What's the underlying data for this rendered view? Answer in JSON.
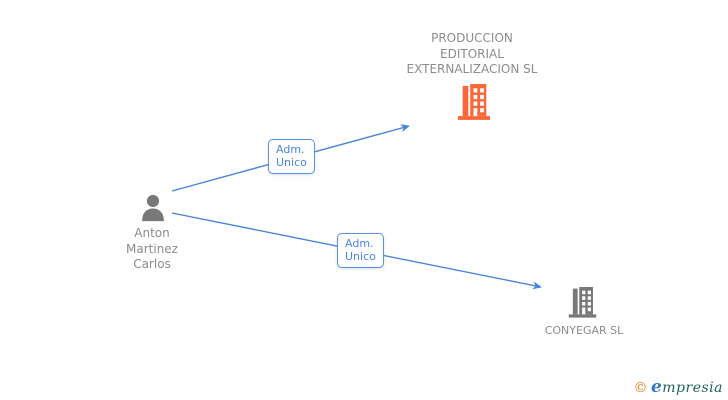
{
  "diagram": {
    "person": {
      "name_multiline": "Anton\nMartinez\nCarlos",
      "name": "Anton Martinez Carlos",
      "icon": "person-icon",
      "icon_color": "#787878"
    },
    "companies": [
      {
        "name_multiline": "PRODUCCION\nEDITORIAL\nEXTERNALIZACION SL",
        "name": "PRODUCCION EDITORIAL EXTERNALIZACION SL",
        "icon": "building-icon",
        "icon_color": "#f8663a"
      },
      {
        "name_multiline": "CONYEGAR SL",
        "name": "CONYEGAR SL",
        "icon": "building-icon",
        "icon_color": "#787878"
      }
    ],
    "edges": [
      {
        "from": "Anton Martinez Carlos",
        "to": "PRODUCCION EDITORIAL EXTERNALIZACION SL",
        "label": "Adm.\nUnico"
      },
      {
        "from": "Anton Martinez Carlos",
        "to": "CONYEGAR SL",
        "label": "Adm.\nUnico"
      }
    ],
    "colors": {
      "edge_blue": "#4a85dc",
      "label_gray": "#8c8c8c",
      "building_orange": "#f8663a",
      "icon_gray": "#787878"
    }
  },
  "footer": {
    "copyright_symbol": "©",
    "brand_initial": "e",
    "brand_rest": "mpresia",
    "colors": {
      "copyright_orange": "#e07e1e",
      "brand_blue": "#2f78c2",
      "brand_teal": "#1f6060"
    }
  }
}
